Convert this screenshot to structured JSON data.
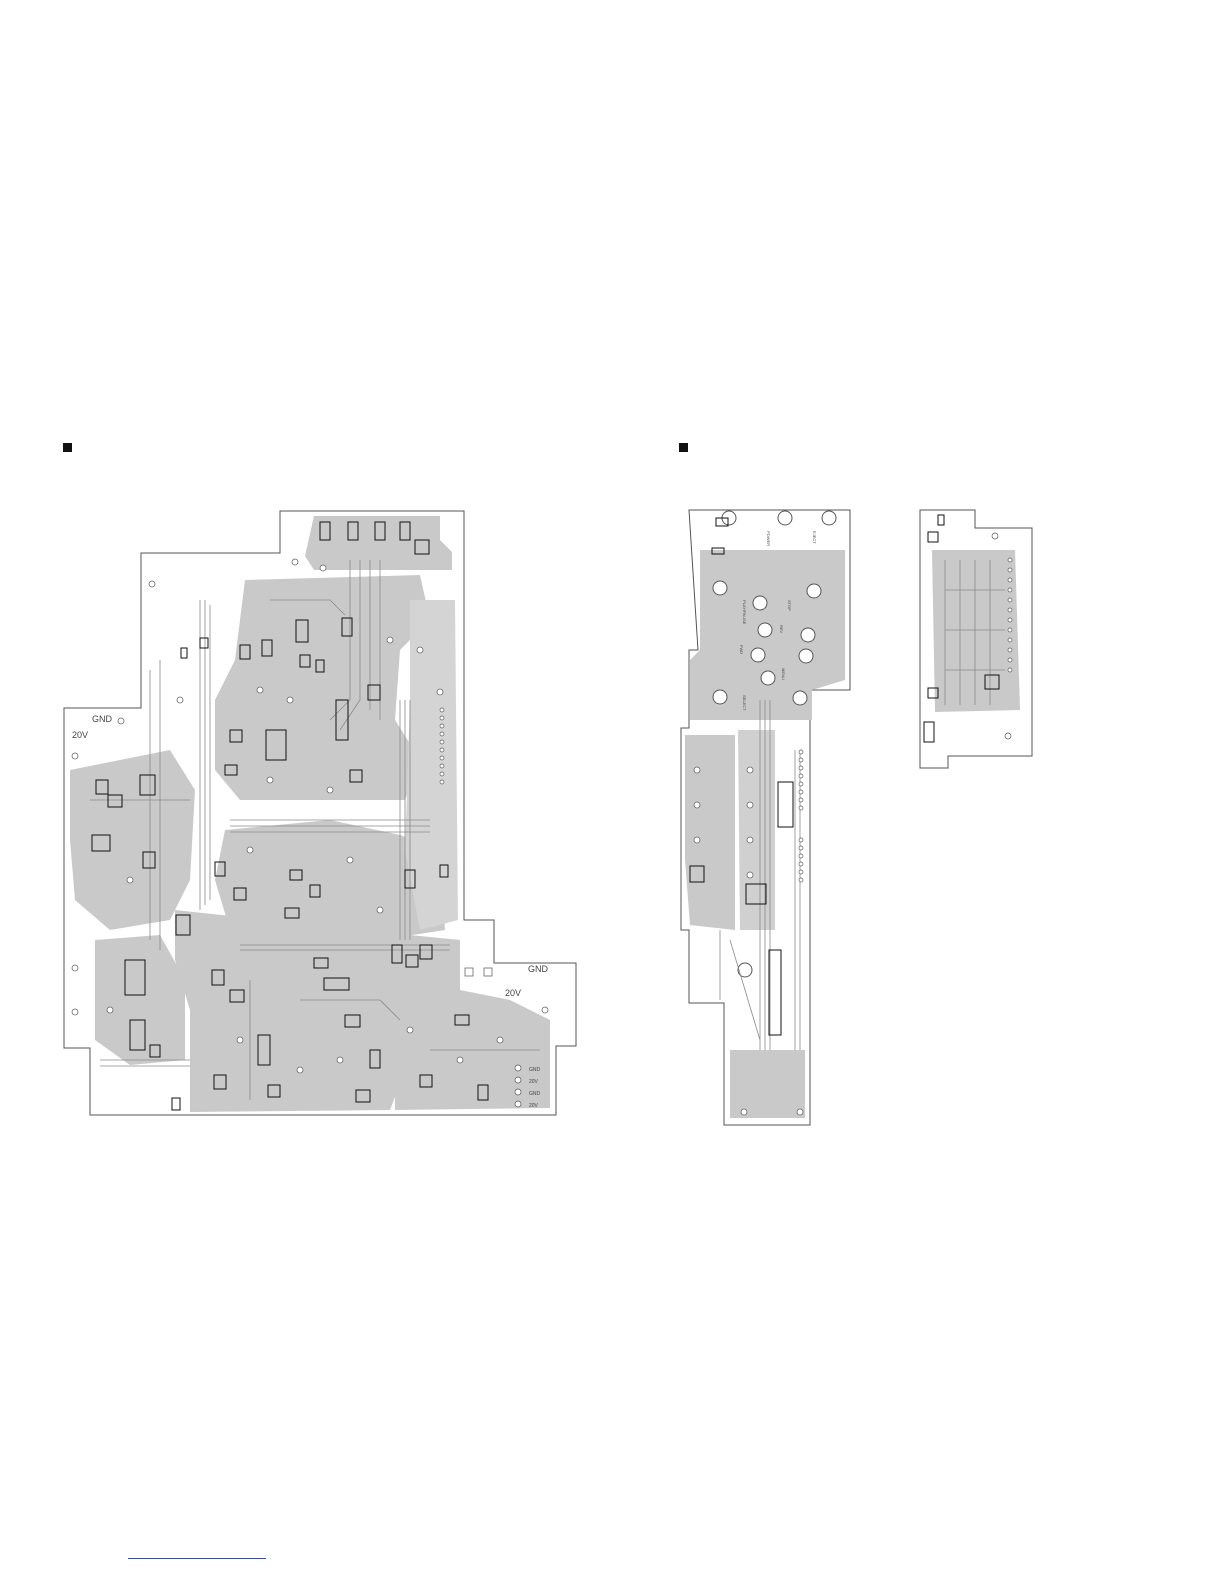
{
  "main_board": {
    "labels": {
      "gnd_top": "GND",
      "v20_top": "20V",
      "gnd_bottom": "GND",
      "v20_bottom": "20V"
    },
    "connector_pins": [
      "GND",
      "20V",
      "GND",
      "20V"
    ]
  },
  "panel_board": {
    "switches": [
      "POWER",
      "EJECT",
      "PLAY/PAUSE",
      "STOP",
      "REV",
      "FWD",
      "MENU",
      "SELECT"
    ]
  },
  "colors": {
    "copper": "#c9c9c9",
    "board_outline": "#555555",
    "component_outline": "#111111",
    "trace": "#8a8a8a",
    "footer_link": "#2a4bd0"
  }
}
